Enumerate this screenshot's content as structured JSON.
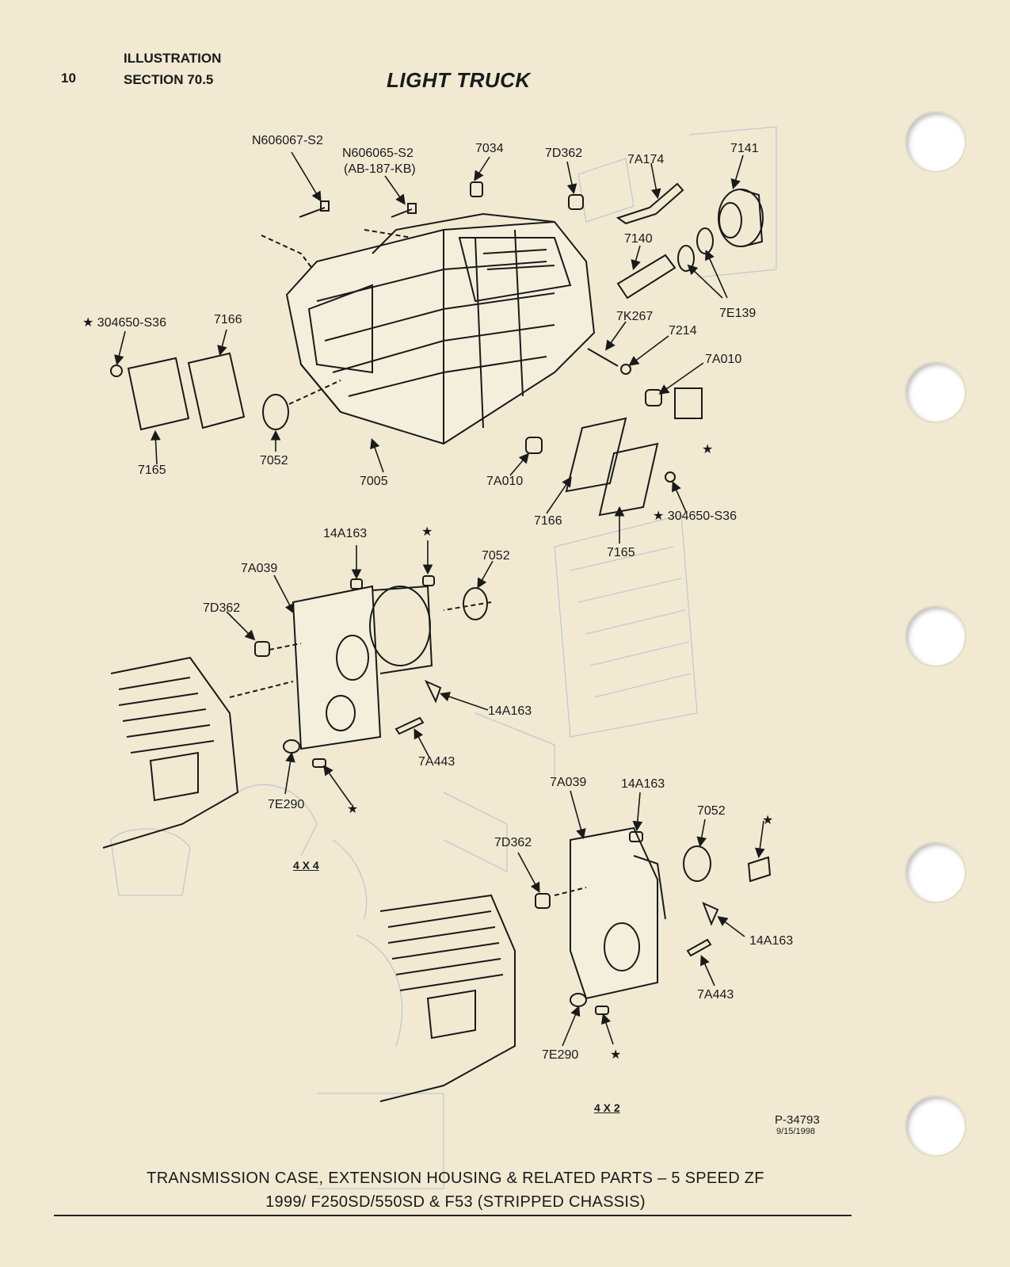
{
  "header": {
    "page_number": "10",
    "line1": "ILLUSTRATION",
    "line2": "SECTION 70.5",
    "title": "LIGHT TRUCK"
  },
  "labels": [
    {
      "id": "l1",
      "text": "N606067-S2"
    },
    {
      "id": "l2",
      "text": "N606065-S2"
    },
    {
      "id": "l3",
      "text": "(AB-187-KB)"
    },
    {
      "id": "l4",
      "text": "7034"
    },
    {
      "id": "l5",
      "text": "7D362"
    },
    {
      "id": "l6",
      "text": "7A174"
    },
    {
      "id": "l7",
      "text": "7141"
    },
    {
      "id": "l8",
      "text": "7140"
    },
    {
      "id": "l9",
      "text": "7E139"
    },
    {
      "id": "l10",
      "text": "7K267"
    },
    {
      "id": "l11",
      "text": "7214"
    },
    {
      "id": "l12",
      "text": "7A010"
    },
    {
      "id": "l13",
      "text": "★ 304650-S36"
    },
    {
      "id": "l14",
      "text": "7166"
    },
    {
      "id": "l15",
      "text": "7165"
    },
    {
      "id": "l16",
      "text": "7052"
    },
    {
      "id": "l17",
      "text": "7005"
    },
    {
      "id": "l18",
      "text": "7A010"
    },
    {
      "id": "l19",
      "text": "7166"
    },
    {
      "id": "l20",
      "text": "7165"
    },
    {
      "id": "l21",
      "text": "★ 304650-S36"
    },
    {
      "id": "l22",
      "text": "★"
    },
    {
      "id": "l23",
      "text": "14A163"
    },
    {
      "id": "l24",
      "text": "★"
    },
    {
      "id": "l25",
      "text": "7052"
    },
    {
      "id": "l26",
      "text": "7A039"
    },
    {
      "id": "l27",
      "text": "7D362"
    },
    {
      "id": "l28",
      "text": "14A163"
    },
    {
      "id": "l29",
      "text": "7A443"
    },
    {
      "id": "l30",
      "text": "7E290"
    },
    {
      "id": "l31",
      "text": "★"
    },
    {
      "id": "l32",
      "text": "7A039"
    },
    {
      "id": "l33",
      "text": "14A163"
    },
    {
      "id": "l34",
      "text": "7052"
    },
    {
      "id": "l35",
      "text": "★"
    },
    {
      "id": "l36",
      "text": "7D362"
    },
    {
      "id": "l37",
      "text": "14A163"
    },
    {
      "id": "l38",
      "text": "7A443"
    },
    {
      "id": "l39",
      "text": "7E290"
    },
    {
      "id": "l40",
      "text": "★"
    }
  ],
  "sub_4x4": "4 X 4",
  "sub_4x2": "4 X 2",
  "figure_ref": "P-34793",
  "figure_date": "9/15/1998",
  "caption_line1": "TRANSMISSION CASE, EXTENSION HOUSING & RELATED PARTS – 5 SPEED ZF",
  "caption_line2": "1999/ F250SD/550SD & F53 (STRIPPED CHASSIS)",
  "colors": {
    "paper": "#f1e9d2",
    "ink": "#1a1a1a",
    "ghost": "#c7cdd3"
  }
}
